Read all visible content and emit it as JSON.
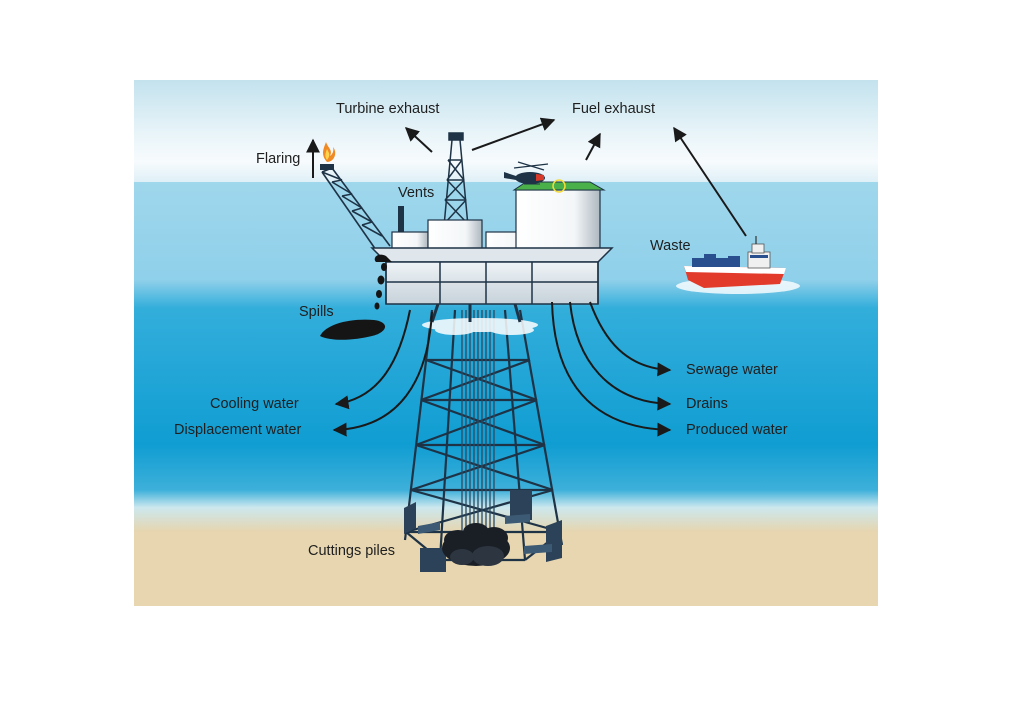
{
  "labels": {
    "turbine_exhaust": "Turbine exhaust",
    "fuel_exhaust": "Fuel exhaust",
    "flaring": "Flaring",
    "vents": "Vents",
    "waste": "Waste",
    "spills": "Spills",
    "sewage_water": "Sewage water",
    "drains": "Drains",
    "produced_water": "Produced water",
    "cooling_water": "Cooling water",
    "displacement_water": "Displacement water",
    "cuttings_piles": "Cuttings piles"
  },
  "colors": {
    "sky_top": "#c6e3ef",
    "sky_haze": "#f4fafc",
    "sea_surface": "#8ccfe8",
    "sea_mid": "#2aa9d8",
    "sea_deep": "#0f9bd0",
    "seabed": "#e7d6b0",
    "structure": "#1e3346",
    "ship_hull": "#e23b2b",
    "oil": "#151515",
    "helideck": "#4ab04a",
    "flame": "#f5a623",
    "arrow": "#1a1a1a"
  }
}
